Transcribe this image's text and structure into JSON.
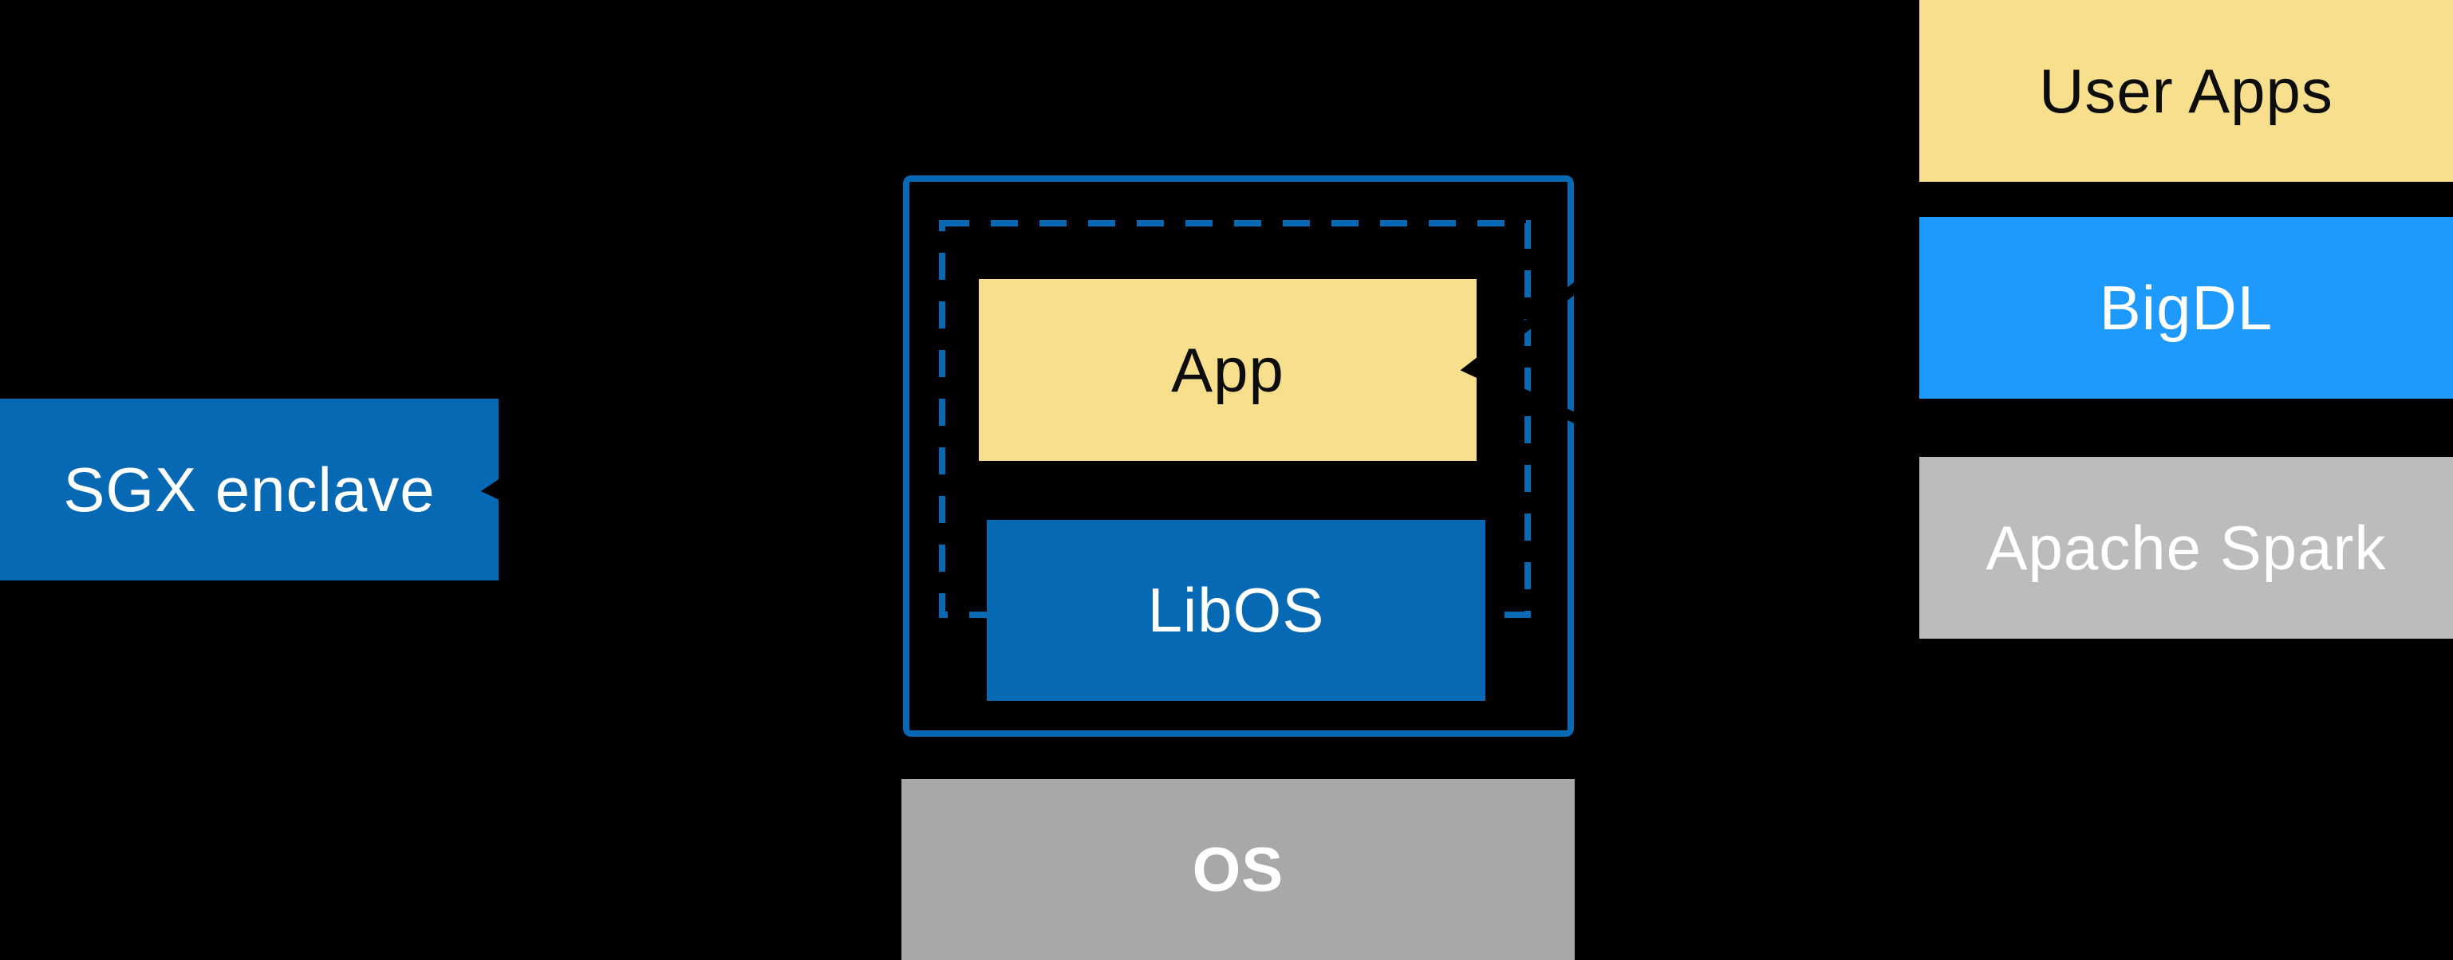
{
  "diagram": {
    "background_color": "#000000",
    "left": {
      "sgx_enclave_label": "SGX enclave"
    },
    "enclave_box": {
      "app_label": "App",
      "libos_label": "LibOS"
    },
    "os_label": "OS",
    "right_stack": {
      "user_apps_label": "User Apps",
      "bigdl_label": "BigDL",
      "apache_spark_label": "Apache Spark"
    },
    "colors": {
      "intel_blue": "#0769B4",
      "bigdl_blue": "#1E9AFF",
      "app_yellow": "#F8DF8E",
      "apache_spark_gray": "#BCBCBC",
      "os_gray": "#A8A8A8",
      "border_blue": "#0769B4",
      "arrow_black": "#000000",
      "text_white": "#FFFFFF",
      "text_black": "#0D0D0D"
    },
    "arrows": [
      {
        "name": "arrow-to-app",
        "points_to": "App"
      },
      {
        "name": "arrow-to-sgx-enclave",
        "points_to": "SGX enclave"
      }
    ]
  }
}
